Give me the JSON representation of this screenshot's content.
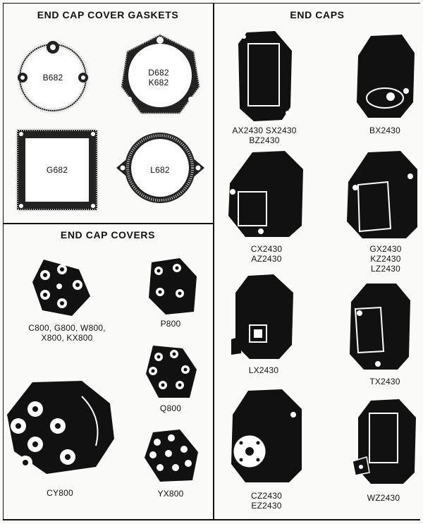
{
  "sections": {
    "gaskets": {
      "title": "END CAP COVER GASKETS",
      "items": [
        {
          "label": "B682",
          "shape": "round-two-ear"
        },
        {
          "lines": [
            "D682",
            "K682"
          ],
          "shape": "hexagon-round"
        },
        {
          "label": "G682",
          "shape": "square"
        },
        {
          "label": "L682",
          "shape": "round-two-ear"
        }
      ]
    },
    "covers": {
      "title": "END CAP COVERS",
      "items": [
        {
          "lines": [
            "C800, G800, W800,",
            "X800, KX800"
          ]
        },
        {
          "lines": [
            "P800"
          ]
        },
        {
          "lines": [
            "Q800"
          ]
        },
        {
          "lines": [
            "CY800"
          ]
        },
        {
          "lines": [
            "YX800"
          ]
        }
      ]
    },
    "end_caps": {
      "title": "END CAPS",
      "items": [
        {
          "lines": [
            "AX2430  SX2430",
            "BZ2430"
          ]
        },
        {
          "lines": [
            "BX2430"
          ]
        },
        {
          "lines": [
            "CX2430",
            "AZ2430"
          ]
        },
        {
          "lines": [
            "GX2430",
            "KZ2430",
            "LZ2430"
          ]
        },
        {
          "lines": [
            "LX2430"
          ]
        },
        {
          "lines": [
            "TX2430"
          ]
        },
        {
          "lines": [
            "CZ2430",
            "EZ2430"
          ]
        },
        {
          "lines": [
            "WZ2430"
          ]
        }
      ]
    }
  },
  "colors": {
    "ink": "#111111",
    "paper": "#fbfbf9",
    "gasket_fill": "#ffffff"
  }
}
